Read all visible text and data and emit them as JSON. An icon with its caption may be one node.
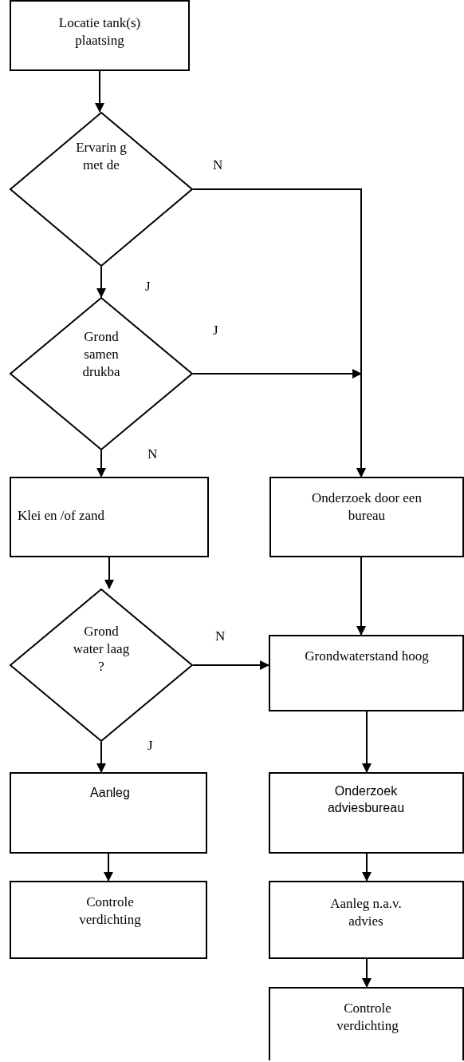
{
  "diagram": {
    "nodes": [
      {
        "text": [
          "Locatie tank(s) plaatsing"
        ]
      },
      {
        "text": [
          "Ervarin g met de"
        ]
      },
      {
        "text": [
          "Grond samen drukba"
        ]
      },
      {
        "text": [
          "Klei en /of zand"
        ]
      },
      {
        "text": [
          "Onderzoek door een bureau"
        ]
      },
      {
        "text": [
          "Grond water laag ?"
        ]
      },
      {
        "text": [
          "Grondwaterstand hoog"
        ]
      },
      {
        "text": [
          "Aanleg"
        ]
      },
      {
        "text": [
          "Onderzoek adviesbureau"
        ]
      },
      {
        "text": [
          "Controle verdichting"
        ]
      },
      {
        "text": [
          "Aanleg n.a.v. advies"
        ]
      },
      {
        "text": [
          "Controle verdichting"
        ]
      }
    ],
    "edges": [
      {
        "from": 0,
        "to": 1,
        "arrow": "to"
      },
      {
        "from": 1,
        "to": 4,
        "arrow": "to",
        "label": "N"
      },
      {
        "from": 1,
        "to": 2,
        "arrow": "to",
        "label": "J"
      },
      {
        "from": 2,
        "to": 4,
        "arrow": "to",
        "label": "J"
      },
      {
        "from": 2,
        "to": 3,
        "arrow": "to",
        "label": "N"
      },
      {
        "from": 3,
        "to": 5,
        "arrow": "to"
      },
      {
        "from": 4,
        "to": 6,
        "arrow": "to"
      },
      {
        "from": 5,
        "to": 6,
        "arrow": "to",
        "label": "N"
      },
      {
        "from": 5,
        "to": 7,
        "arrow": "to",
        "label": "J"
      },
      {
        "from": 6,
        "to": 8,
        "arrow": "to"
      },
      {
        "from": 7,
        "to": 9,
        "arrow": "to"
      },
      {
        "from": 8,
        "to": 10,
        "arrow": "to"
      },
      {
        "from": 10,
        "to": 11,
        "arrow": "to"
      }
    ]
  }
}
